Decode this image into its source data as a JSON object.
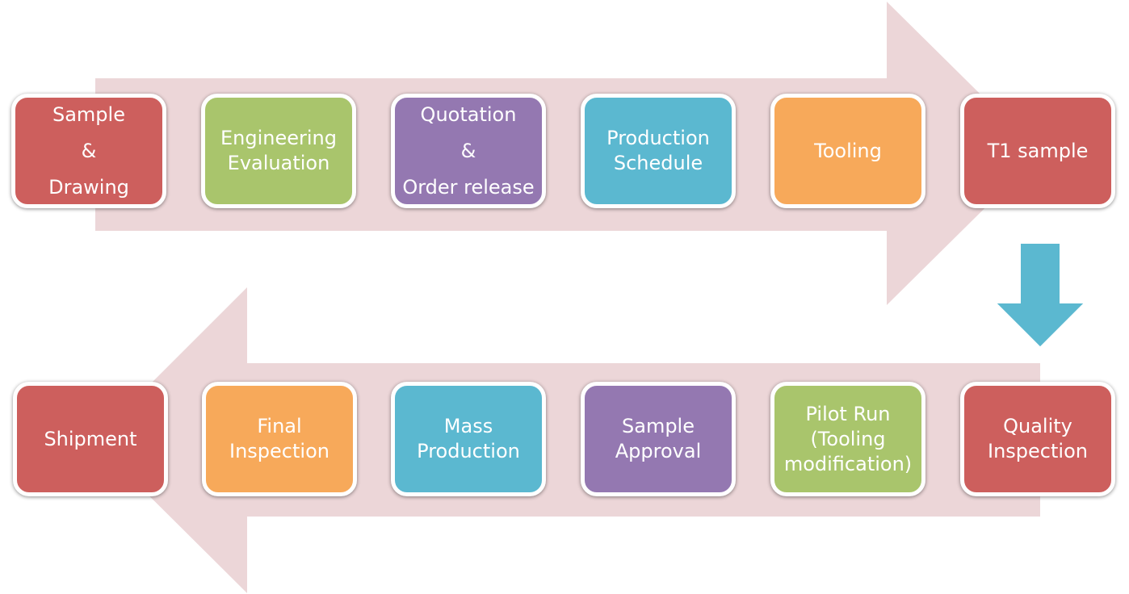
{
  "colors": {
    "arrow_band": "#ecd6d8",
    "down_arrow": "#5bb8d0",
    "red": "#cd5f5d",
    "green": "#a9c56c",
    "purple": "#9478b1",
    "cyan": "#5bb8d0",
    "orange": "#f7a95a"
  },
  "top_row": [
    {
      "label": "Sample\n&\nDrawing",
      "color": "red"
    },
    {
      "label": "Engineering\nEvaluation",
      "color": "green"
    },
    {
      "label": "Quotation\n&\nOrder release",
      "color": "purple"
    },
    {
      "label": "Production\nSchedule",
      "color": "cyan"
    },
    {
      "label": "Tooling",
      "color": "orange"
    },
    {
      "label": "T1 sample",
      "color": "red"
    }
  ],
  "bottom_row": [
    {
      "label": "Shipment",
      "color": "red"
    },
    {
      "label": "Final\nInspection",
      "color": "orange"
    },
    {
      "label": "Mass\nProduction",
      "color": "cyan"
    },
    {
      "label": "Sample\nApproval",
      "color": "purple"
    },
    {
      "label": "Pilot Run\n(Tooling\nmodification)",
      "color": "green"
    },
    {
      "label": "Quality\nInspection",
      "color": "red"
    }
  ]
}
